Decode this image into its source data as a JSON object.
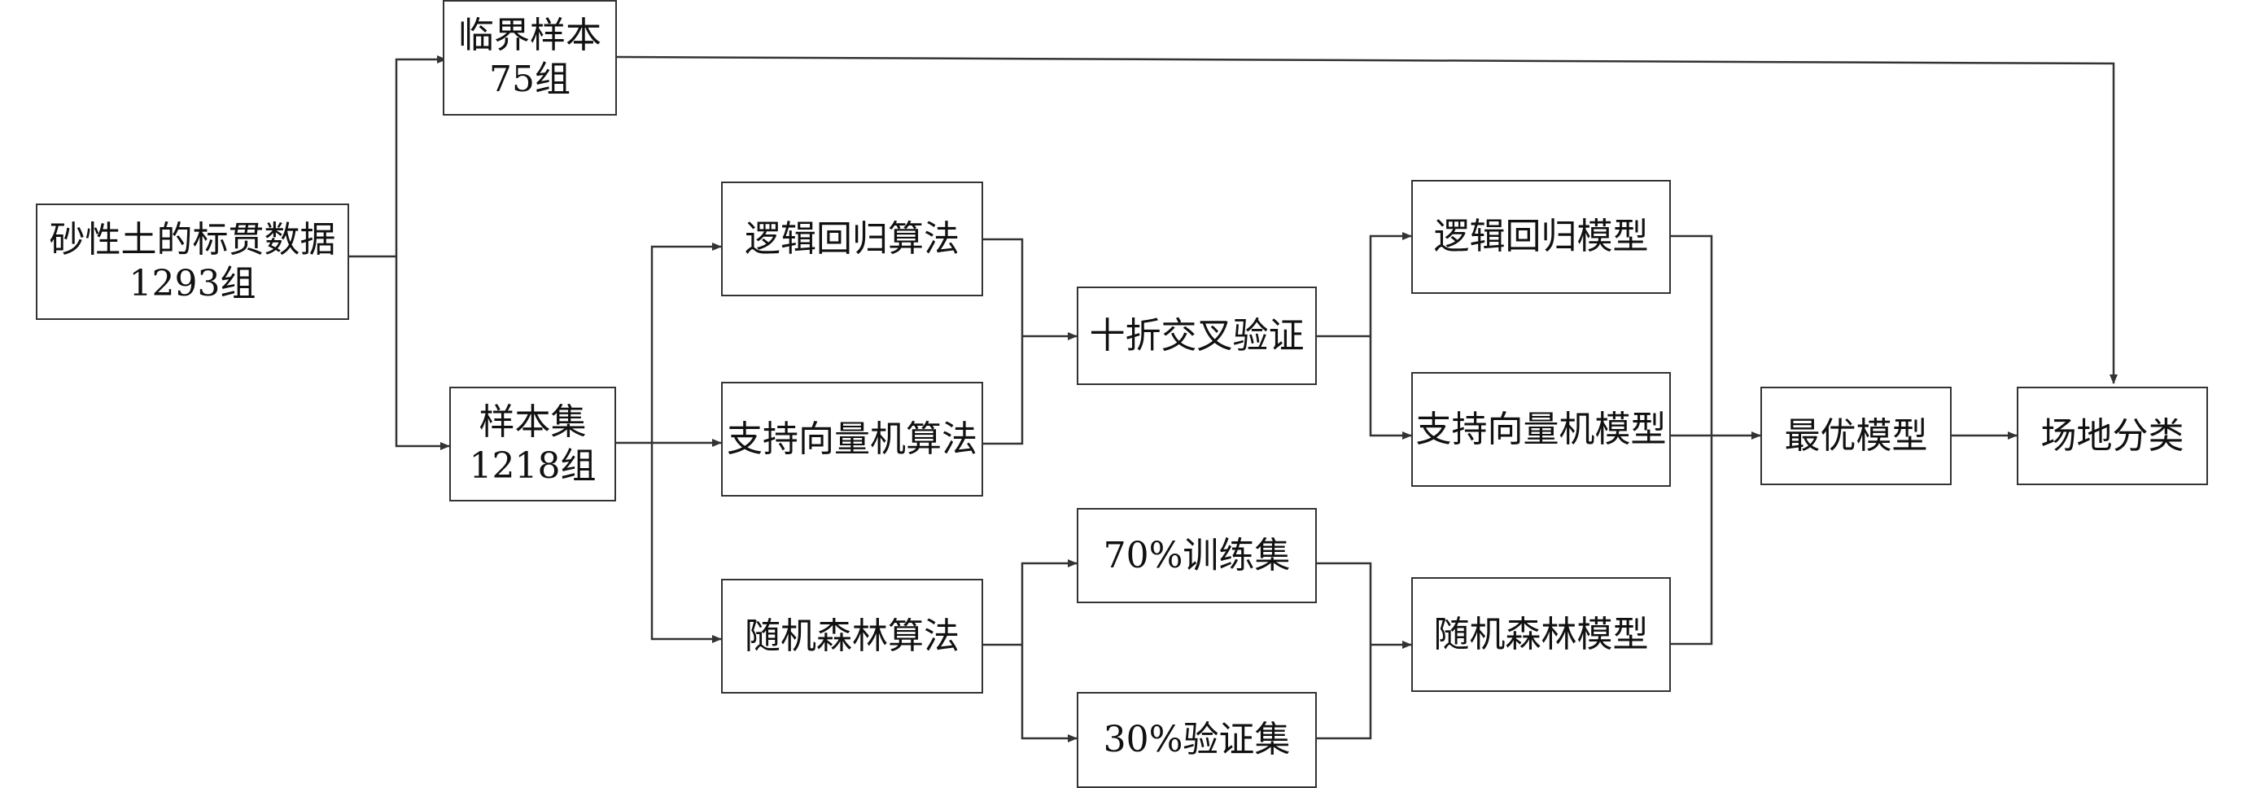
{
  "nodes": {
    "critical_samples": {
      "line1": "临界样本",
      "line2": "75组"
    },
    "sandy_soil_data": {
      "line1": "砂性土的标贯数据",
      "line2": "1293组"
    },
    "sample_set": {
      "line1": "样本集",
      "line2": "1218组"
    },
    "logistic_algorithm": {
      "label": "逻辑回归算法"
    },
    "svm_algorithm": {
      "label": "支持向量机算法"
    },
    "rf_algorithm": {
      "label": "随机森林算法"
    },
    "tenfold_cv": {
      "label": "十折交叉验证"
    },
    "train_70": {
      "label": "70%训练集"
    },
    "validate_30": {
      "label": "30%验证集"
    },
    "logistic_model": {
      "label": "逻辑回归模型"
    },
    "svm_model": {
      "label": "支持向量机模型"
    },
    "rf_model": {
      "label": "随机森林模型"
    },
    "best_model": {
      "label": "最优模型"
    },
    "site_classification": {
      "label": "场地分类"
    }
  },
  "colors": {
    "line": "#333333",
    "box_border": "#333333",
    "text": "#111111",
    "background": "#ffffff"
  }
}
